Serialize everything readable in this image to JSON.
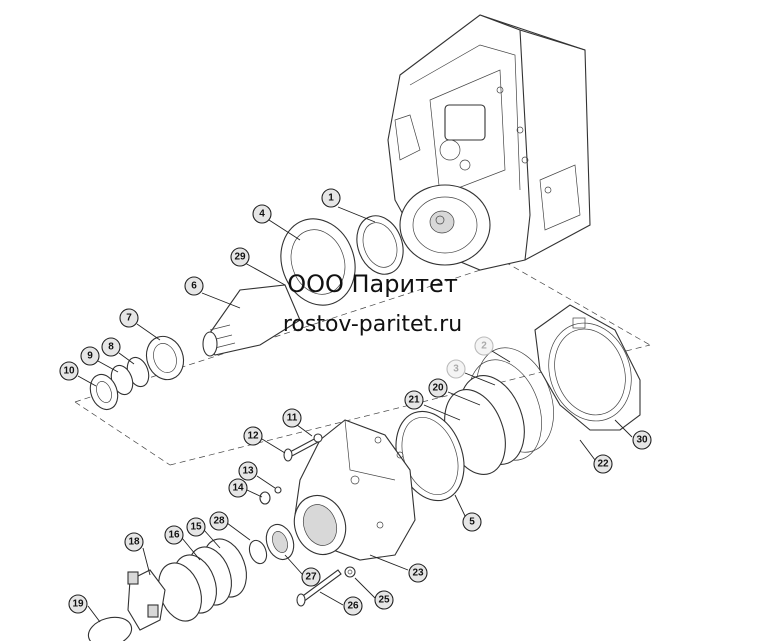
{
  "watermark": {
    "line1": "ООО Паритет",
    "line2": "rostov-paritet.ru"
  },
  "callouts": [
    {
      "id": "c1",
      "label": "1"
    },
    {
      "id": "c4",
      "label": "4"
    },
    {
      "id": "c29",
      "label": "29"
    },
    {
      "id": "c6",
      "label": "6"
    },
    {
      "id": "c7",
      "label": "7"
    },
    {
      "id": "c8",
      "label": "8"
    },
    {
      "id": "c9",
      "label": "9"
    },
    {
      "id": "c10",
      "label": "10"
    },
    {
      "id": "c2",
      "label": "2"
    },
    {
      "id": "c3",
      "label": "3"
    },
    {
      "id": "c20",
      "label": "20"
    },
    {
      "id": "c21",
      "label": "21"
    },
    {
      "id": "c30",
      "label": "30"
    },
    {
      "id": "c22",
      "label": "22"
    },
    {
      "id": "c11",
      "label": "11"
    },
    {
      "id": "c12",
      "label": "12"
    },
    {
      "id": "c13",
      "label": "13"
    },
    {
      "id": "c14",
      "label": "14"
    },
    {
      "id": "c5",
      "label": "5"
    },
    {
      "id": "c18",
      "label": "18"
    },
    {
      "id": "c16",
      "label": "16"
    },
    {
      "id": "c15",
      "label": "15"
    },
    {
      "id": "c28",
      "label": "28"
    },
    {
      "id": "c27",
      "label": "27"
    },
    {
      "id": "c23",
      "label": "23"
    },
    {
      "id": "c25",
      "label": "25"
    },
    {
      "id": "c26",
      "label": "26"
    },
    {
      "id": "c19",
      "label": "19"
    }
  ]
}
